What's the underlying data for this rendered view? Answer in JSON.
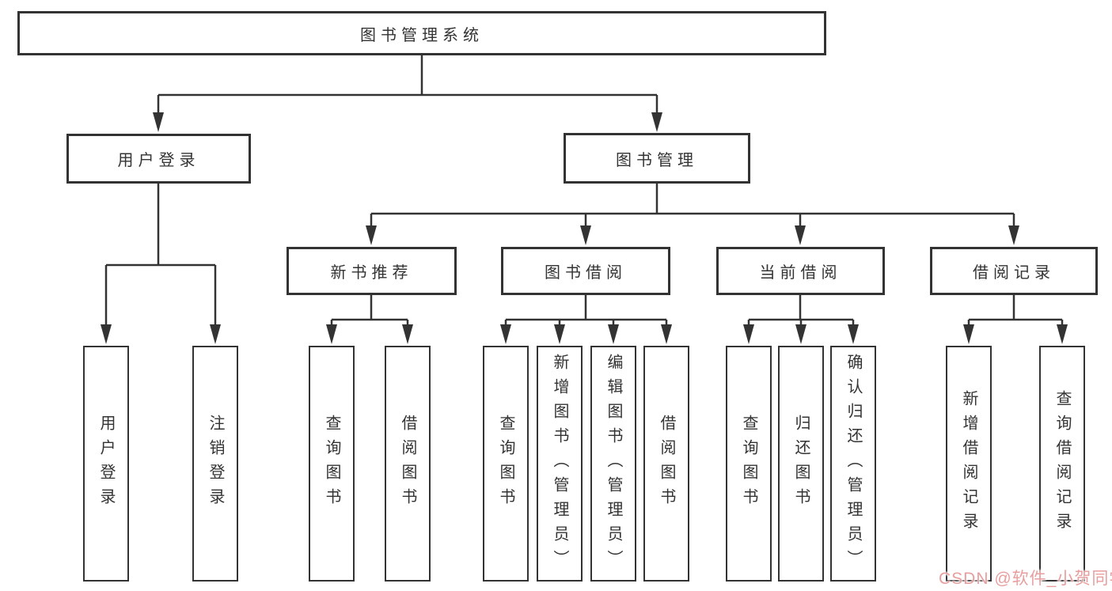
{
  "colors": {
    "line": "#333333",
    "box_border": "#333333",
    "text": "#333333",
    "background": "#ffffff",
    "watermark": "#e89e9e"
  },
  "watermark": {
    "text": "CSDN @软件_小贺同学"
  },
  "tree": {
    "label": "图书管理系统",
    "children": [
      {
        "label": "用户登录",
        "children": [
          {
            "label": "用户登录"
          },
          {
            "label": "注销登录"
          }
        ]
      },
      {
        "label": "图书管理",
        "children": [
          {
            "label": "新书推荐",
            "children": [
              {
                "label": "查询图书"
              },
              {
                "label": "借阅图书"
              }
            ]
          },
          {
            "label": "图书借阅",
            "children": [
              {
                "label": "查询图书"
              },
              {
                "label": "新增图书（管理员）"
              },
              {
                "label": "编辑图书（管理员）"
              },
              {
                "label": "借阅图书"
              }
            ]
          },
          {
            "label": "当前借阅",
            "children": [
              {
                "label": "查询图书"
              },
              {
                "label": "归还图书"
              },
              {
                "label": "确认归还（管理员）"
              }
            ]
          },
          {
            "label": "借阅记录",
            "children": [
              {
                "label": "新增借阅记录"
              },
              {
                "label": "查询借阅记录"
              }
            ]
          }
        ]
      }
    ]
  }
}
